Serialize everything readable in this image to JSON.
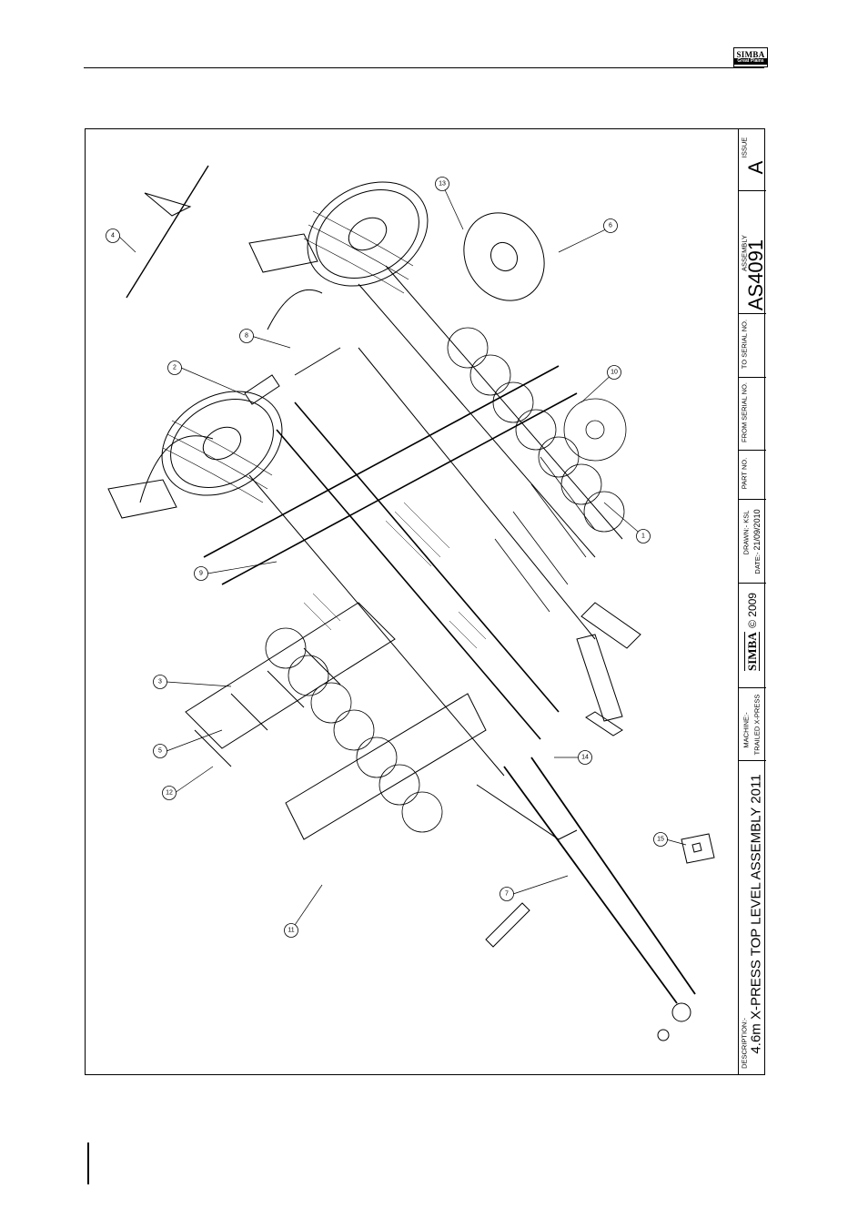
{
  "header": {
    "logo_text": "SIMBA",
    "logo_sub": "Great Plains"
  },
  "drawing": {
    "callouts": [
      "1",
      "2",
      "3",
      "4",
      "5",
      "6",
      "7",
      "8",
      "9",
      "10",
      "11",
      "12",
      "13",
      "14",
      "15"
    ]
  },
  "title_block": {
    "description_label": "DESCRIPTION:-",
    "description": "4.6m X-PRESS TOP LEVEL ASSEMBLY 2011",
    "machine_label": "MACHINE:-",
    "machine": "TRAILED X-PRESS",
    "brand": "SIMBA",
    "copyright": "© 2009",
    "drawn_label": "DRAWN:-",
    "drawn": "KSL",
    "date_label": "DATE:-",
    "date": "21/09/2010",
    "part_no_label": "PART NO.",
    "from_serial_label": "FROM SERIAL NO.",
    "to_serial_label": "TO SERIAL NO.",
    "assembly_label": "ASSEMBLY",
    "assembly": "AS4091",
    "issue_label": "ISSUE",
    "issue": "A"
  }
}
